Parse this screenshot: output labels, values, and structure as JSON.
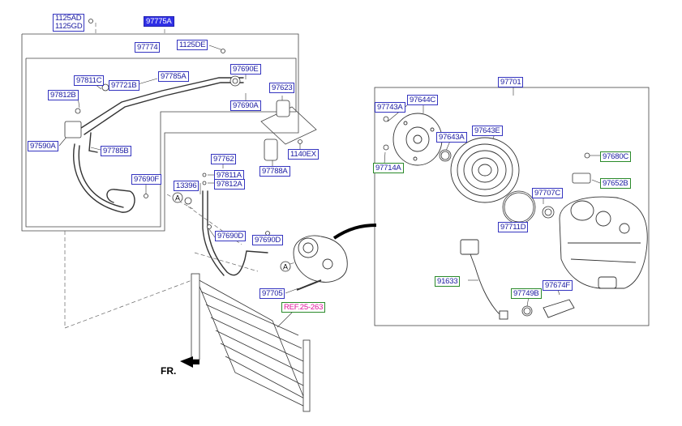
{
  "labels": {
    "l1125ad": "1125AD",
    "l1125gd": "1125GD",
    "l97775a": "97775A",
    "l97774": "97774",
    "l1125de": "1125DE",
    "l97785a": "97785A",
    "l97690e": "97690E",
    "l97811c": "97811C",
    "l97721b": "97721B",
    "l97812b": "97812B",
    "l97690a_r": "97690A",
    "l97623": "97623",
    "l97590a": "97590A",
    "l97785b": "97785B",
    "l97788a": "97788A",
    "l1140ex": "1140EX",
    "l97762": "97762",
    "l97811a": "97811A",
    "l97812a": "97812A",
    "l13396": "13396",
    "l97690f": "97690F",
    "l97690d_1": "97690D",
    "l97690d_2": "97690D",
    "l97705": "97705",
    "ref": "REF.25-263",
    "l97701": "97701",
    "l97743a": "97743A",
    "l97644c": "97644C",
    "l97643a": "97643A",
    "l97643e": "97643E",
    "l97680c": "97680C",
    "l97714a": "97714A",
    "l97652b": "97652B",
    "l97707c": "97707C",
    "l97711d": "97711D",
    "l91633": "91633",
    "l97674f": "97674F",
    "l97749b": "97749B"
  },
  "markers": {
    "a1": "A",
    "a2": "A"
  },
  "direction": "FR."
}
